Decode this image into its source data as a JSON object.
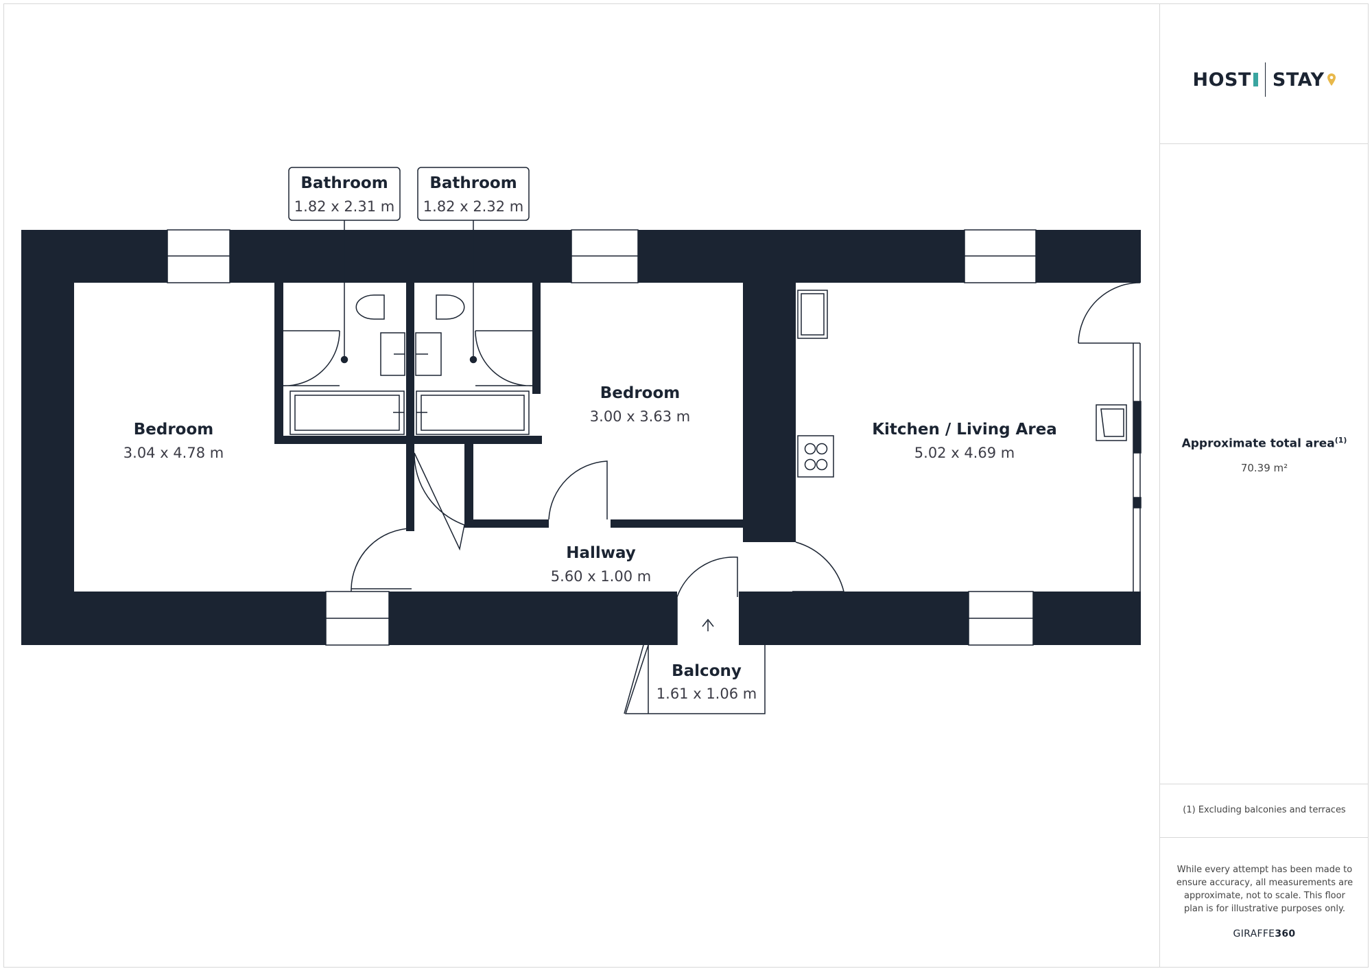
{
  "brand": {
    "left": "HOST",
    "right": "STAY",
    "colors": {
      "ink": "#1b2432",
      "teal": "#3aa5a0",
      "gold": "#e8b84a"
    }
  },
  "rooms": [
    {
      "id": "bedroom-1",
      "name": "Bedroom",
      "dims": "3.04 x 4.78 m"
    },
    {
      "id": "bathroom-1",
      "name": "Bathroom",
      "dims": "1.82 x 2.31 m"
    },
    {
      "id": "bathroom-2",
      "name": "Bathroom",
      "dims": "1.82 x 2.32 m"
    },
    {
      "id": "bedroom-2",
      "name": "Bedroom",
      "dims": "3.00 x 3.63 m"
    },
    {
      "id": "kitchen",
      "name": "Kitchen / Living Area",
      "dims": "5.02 x 4.69 m"
    },
    {
      "id": "hallway",
      "name": "Hallway",
      "dims": "5.60 x 1.00 m"
    },
    {
      "id": "balcony",
      "name": "Balcony",
      "dims": "1.61 x 1.06 m"
    }
  ],
  "summary": {
    "area_title": "Approximate total area",
    "area_note_marker": "(1)",
    "area_value": "70.39 m²",
    "footnote": "(1) Excluding balconies and terraces",
    "disclaimer": "While every attempt has been made to ensure accuracy, all measurements are approximate, not to scale. This floor plan is for illustrative purposes only.",
    "credit_a": "GIRAFFE",
    "credit_b": "360"
  },
  "colors": {
    "wall": "#1b2432",
    "line": "#1b2432",
    "frame": "#d8d8d8"
  }
}
